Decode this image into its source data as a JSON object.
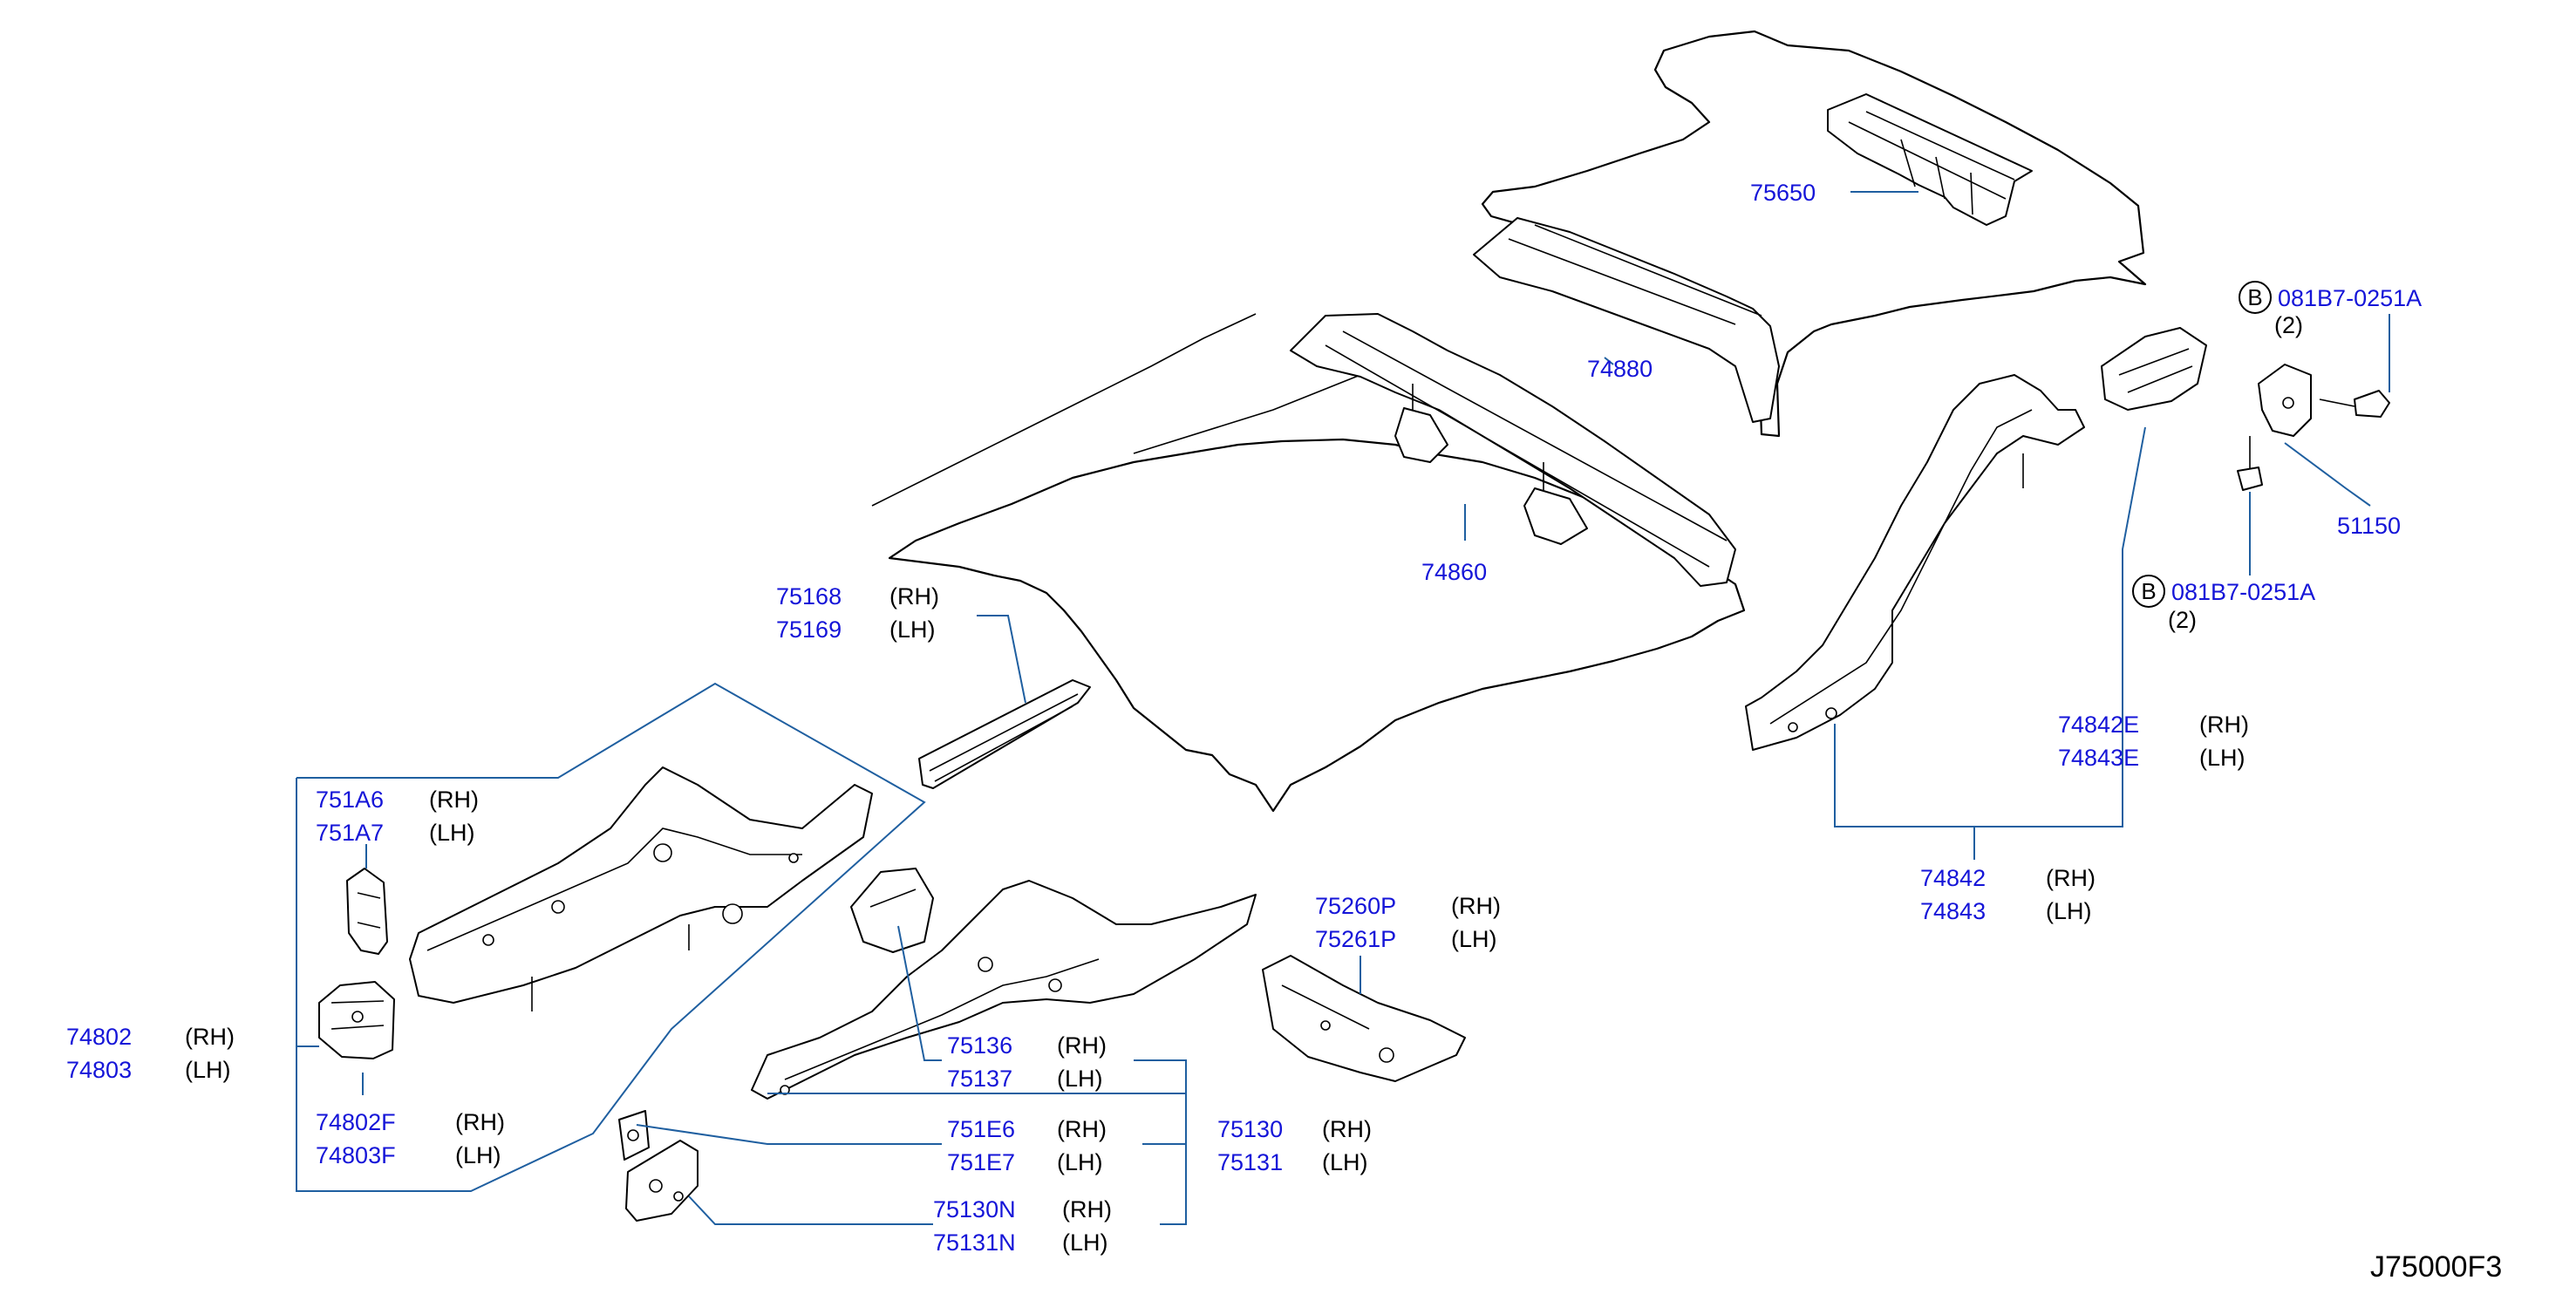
{
  "diagram_id": "J75000F3",
  "labels": {
    "p75650": "75650",
    "p74880": "74880",
    "p74860": "74860",
    "p75168": "75168",
    "p75169": "75169",
    "p751A6": "751A6",
    "p751A7": "751A7",
    "p74802": "74802",
    "p74803": "74803",
    "p74802F": "74802F",
    "p74803F": "74803F",
    "p75136": "75136",
    "p75137": "75137",
    "p751E6": "751E6",
    "p751E7": "751E7",
    "p75130": "75130",
    "p75131": "75131",
    "p75130N": "75130N",
    "p75131N": "75131N",
    "p75260P": "75260P",
    "p75261P": "75261P",
    "p74842": "74842",
    "p74843": "74843",
    "p74842E": "74842E",
    "p74843E": "74843E",
    "p51150": "51150",
    "bolt1": "081B7-0251A",
    "bolt2": "081B7-0251A"
  },
  "sides": {
    "rh": "(RH)",
    "lh": "(LH)"
  },
  "qty": {
    "bolt1": "(2)",
    "bolt2": "(2)"
  },
  "circle_letter": "B"
}
